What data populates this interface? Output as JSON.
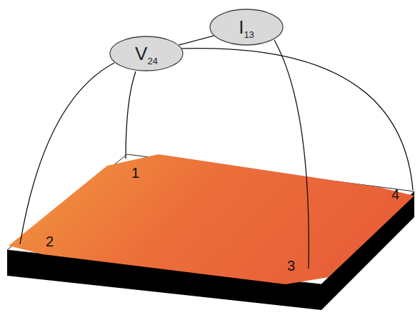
{
  "diagram": {
    "nodes": [
      {
        "text": [
          "I13"
        ]
      },
      {
        "text": [
          "V24"
        ]
      }
    ],
    "edges": [
      {
        "from": 0,
        "to": 1,
        "arrow": "none"
      }
    ],
    "labels": [
      "1",
      "2",
      "3",
      "4"
    ]
  }
}
